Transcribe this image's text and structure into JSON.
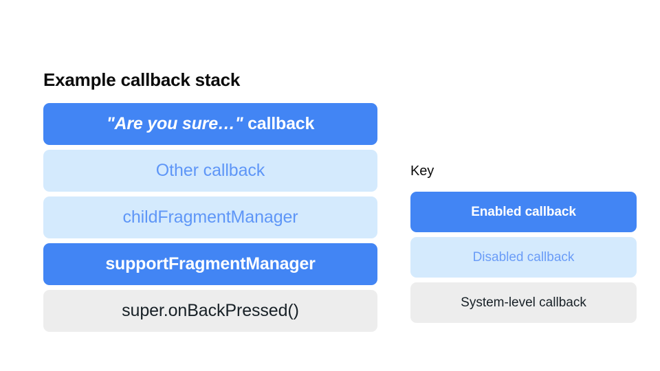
{
  "colors": {
    "background": "#ffffff",
    "enabled_fill": "#4285f4",
    "enabled_text": "#ffffff",
    "disabled_fill": "#d4eafd",
    "disabled_text": "#5e96f7",
    "system_fill": "#ededed",
    "system_text": "#172026",
    "title_text": "#0b0b0b"
  },
  "stack": {
    "title": "Example callback stack",
    "items": [
      {
        "label": "\"Are you sure…\" callback",
        "label_italic_part": "\"Are you sure…\"",
        "label_plain_part": " callback",
        "state": "enabled"
      },
      {
        "label": "Other callback",
        "state": "disabled"
      },
      {
        "label": "childFragmentManager",
        "state": "disabled"
      },
      {
        "label": "supportFragmentManager",
        "state": "enabled"
      },
      {
        "label": "super.onBackPressed()",
        "state": "system"
      }
    ]
  },
  "key": {
    "title": "Key",
    "items": [
      {
        "label": "Enabled callback",
        "state": "enabled"
      },
      {
        "label": "Disabled callback",
        "state": "disabled"
      },
      {
        "label": "System-level callback",
        "state": "system"
      }
    ]
  }
}
